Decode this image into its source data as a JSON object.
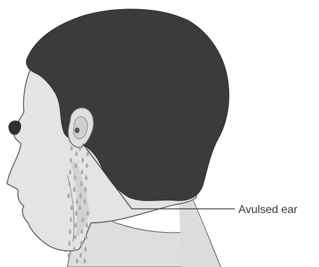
{
  "annotation": {
    "label": "Avulsed ear"
  },
  "colors": {
    "hair": "#3b3b3b",
    "skin": "#e4e4e4",
    "skin_shadow": "#c9c9c9",
    "outline": "#5a5a5a",
    "blood_drops": "#a8a8a8",
    "leader_line": "#333333",
    "label_text": "#333333"
  },
  "depicted": {
    "subject": "head-side-profile",
    "injury": "avulsed-ear",
    "effect": "bleeding-drops"
  }
}
